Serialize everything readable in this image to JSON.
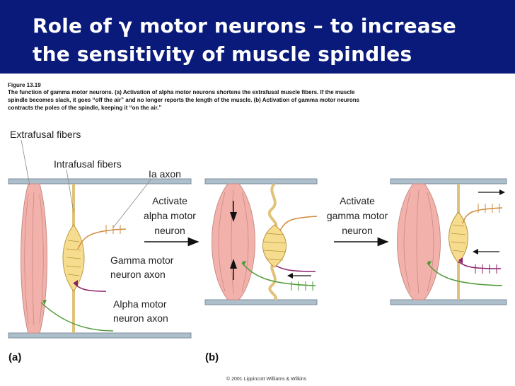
{
  "slide": {
    "title_line1": "Role of γ motor neurons – to increase",
    "title_line2": "the sensitivity of muscle spindles"
  },
  "figure": {
    "number": "Figure 13.19",
    "caption_line1": "The function of gamma motor neurons. (a) Activation of alpha motor neurons shortens the extrafusal muscle fibers. If the muscle",
    "caption_line2": "spindle becomes slack, it goes “off the air” and no longer reports the length of the muscle. (b) Activation of gamma motor neurons",
    "caption_line3": "contracts the poles of the spindle, keeping it “on the air.”",
    "copyright": "© 2001 Lippincott Williams & Wilkins"
  },
  "labels": {
    "extrafusal": "Extrafusal fibers",
    "intrafusal": "Intrafusal fibers",
    "ia_axon": "Ia axon",
    "gamma_axon_1": "Gamma motor",
    "gamma_axon_2": "neuron axon",
    "alpha_axon_1": "Alpha motor",
    "alpha_axon_2": "neuron axon",
    "activate_alpha_1": "Activate",
    "activate_alpha_2": "alpha motor",
    "activate_alpha_3": "neuron",
    "activate_gamma_1": "Activate",
    "activate_gamma_2": "gamma motor",
    "activate_gamma_3": "neuron",
    "panel_a": "(a)",
    "panel_b": "(b)"
  },
  "colors": {
    "header_bg": "#0a1a7a",
    "muscle": "#f2b2ab",
    "spindle": "#f6dc8e",
    "ia_axon": "#d08a3a",
    "gamma_axon": "#8a1f6a",
    "alpha_axon": "#4f9a3a",
    "bar": "#aebfcc"
  }
}
